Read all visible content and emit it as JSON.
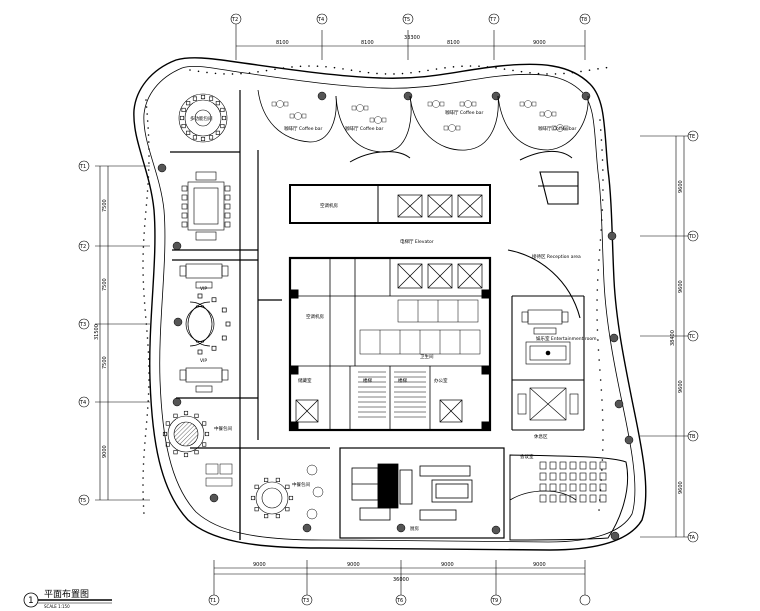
{
  "grid_top": [
    "T2",
    "T4",
    "T5",
    "T7",
    "T8"
  ],
  "grid_bottom": [
    "T1",
    "T3",
    "T6",
    "T9"
  ],
  "grid_left": [
    "T1",
    "T2",
    "T3",
    "T4",
    "T5"
  ],
  "grid_right": [
    "TA",
    "TB",
    "TC",
    "TD",
    "TE"
  ],
  "dims_top": [
    "8100",
    "8100",
    "8100",
    "9000"
  ],
  "dims_top_total": "33300",
  "dims_bottom": [
    "9000",
    "9000",
    "9000",
    "9000"
  ],
  "dims_bottom_total": "36000",
  "dims_left": [
    "7500",
    "7500",
    "7500",
    "9000"
  ],
  "dims_left_total": "31500",
  "dims_right": [
    "9600",
    "9600",
    "9600",
    "9600"
  ],
  "dims_right_total": "38400",
  "rooms": {
    "reception": "接待区 Reception area",
    "elevator_lobby": "电梯厅 Elevator",
    "coffee_bar_1": "咖啡厅 Coffee bar",
    "coffee_bar_2": "咖啡厅 Coffee bar",
    "coffee_bar_3": "咖啡厅 Coffee bar",
    "coffee_bar_4": "咖啡厅 Coffee bar",
    "entertainment": "娱乐室 Entertainment room",
    "meeting": "会议室",
    "kitchen": "厨房",
    "banquet_a": "多功能包间",
    "banquet_b": "中餐包间",
    "banquet_c": "中餐包间",
    "vip_room": "VIP",
    "vip_room_2": "VIP",
    "ac_room": "空调机房",
    "ac_room_2": "空调机房",
    "staff_wc": "卫生间",
    "stair_1": "楼梯",
    "stair_2": "楼梯",
    "office": "办公室",
    "storage": "储藏室",
    "lounge": "休息区"
  },
  "title": {
    "number": "1",
    "name": "平面布置图",
    "scale": "SCALE 1:150"
  }
}
